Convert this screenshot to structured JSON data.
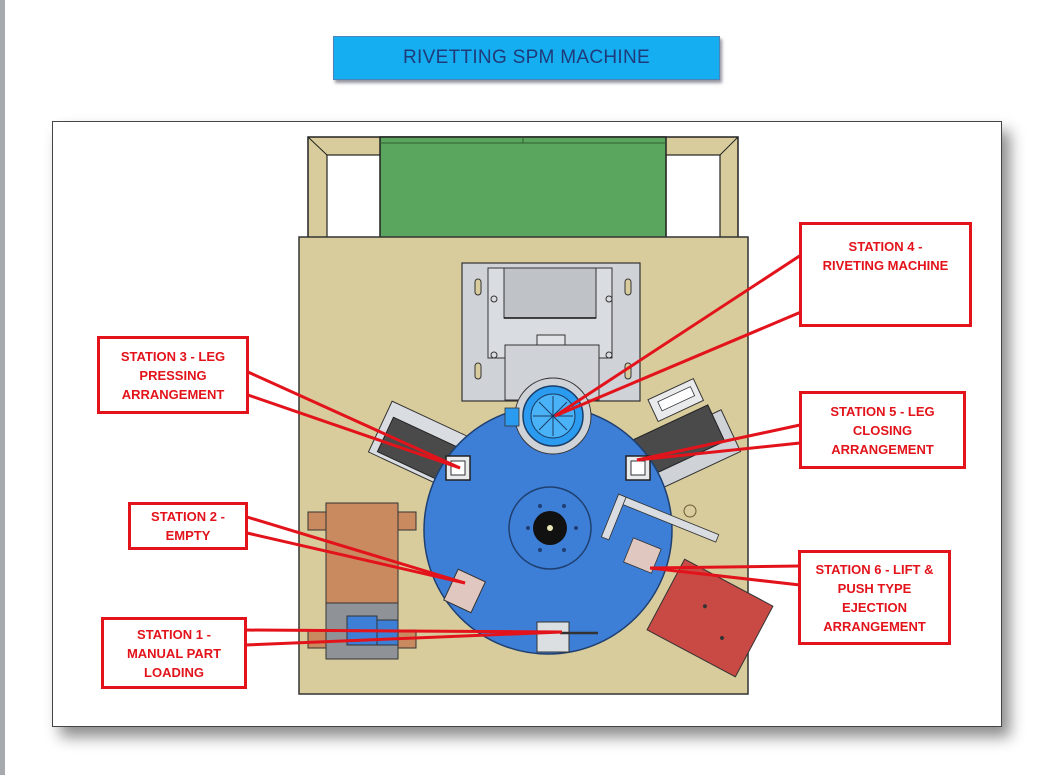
{
  "title": "RIVETTING SPM MACHINE",
  "colors": {
    "title_bg": "#14aef1",
    "title_text": "#1f3b7a",
    "callout": "#e3131b",
    "base_plate": "#d8cc9c",
    "turntable": "#3d7fd6",
    "guard": "#5aa65f",
    "motor": "#2b9bf0",
    "copper_block": "#c98a5f",
    "ejection_chute": "#c94a44"
  },
  "stations": [
    {
      "id": "station-1",
      "lines": [
        "STATION 1 -",
        "MANUAL PART",
        "LOADING"
      ]
    },
    {
      "id": "station-2",
      "lines": [
        "STATION 2 -",
        "EMPTY"
      ]
    },
    {
      "id": "station-3",
      "lines": [
        "STATION 3 - LEG",
        "PRESSING",
        "ARRANGEMENT"
      ]
    },
    {
      "id": "station-4",
      "lines": [
        "STATION 4 -",
        "RIVETING MACHINE"
      ]
    },
    {
      "id": "station-5",
      "lines": [
        "STATION 5 - LEG",
        "CLOSING",
        "ARRANGEMENT"
      ]
    },
    {
      "id": "station-6",
      "lines": [
        "STATION 6 - LIFT &",
        "PUSH TYPE",
        "EJECTION",
        "ARRANGEMENT"
      ]
    }
  ]
}
